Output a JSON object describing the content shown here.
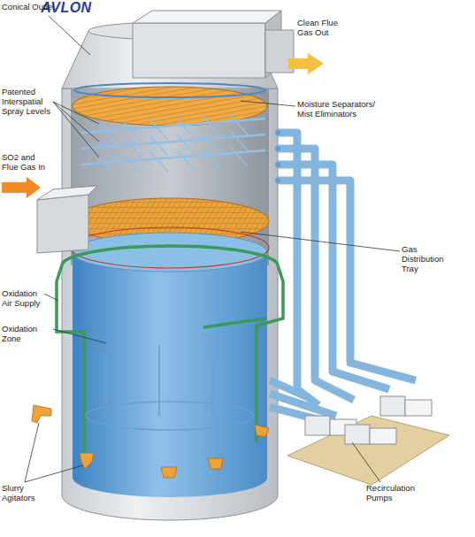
{
  "diagram": {
    "labels": [
      "Conical Outlet",
      "Clean Flue Gas Out",
      "AVLON",
      "Patented Interspatial Spray Levels",
      "Moisture Separators/ Mist Eliminators",
      "SO2 and Flue Gas In",
      "Gas Distribution Tray",
      "Oxidation Air Supply",
      "Oxidation Zone",
      "Slurry Agitators",
      "Recirculation Pumps"
    ]
  }
}
